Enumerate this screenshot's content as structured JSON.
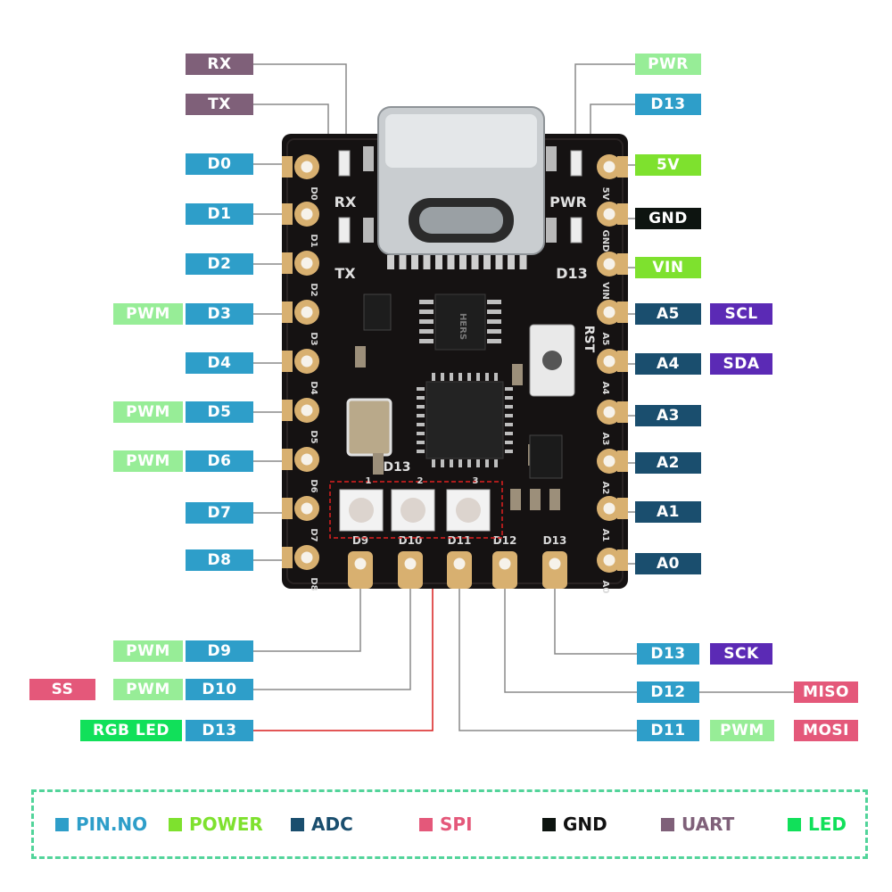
{
  "colors": {
    "pin": "#2e9ec9",
    "power": "#7ee12e",
    "adc": "#1a4e6e",
    "spi": "#e4587a",
    "gnd": "#0d1410",
    "uart": "#7f6079",
    "led": "#11e05a",
    "pwm": "#97ed97",
    "i2c": "#5b2ab5",
    "leader": "#8a8a8a",
    "led_leader": "#d81e1e",
    "board": "#151212",
    "pad": "#d8b070"
  },
  "left_labels": [
    {
      "pin": "RX",
      "type": "uart"
    },
    {
      "pin": "TX",
      "type": "uart"
    },
    {
      "pin": "D0",
      "type": "pin"
    },
    {
      "pin": "D1",
      "type": "pin"
    },
    {
      "pin": "D2",
      "type": "pin"
    },
    {
      "pin": "D3",
      "type": "pin",
      "extra": [
        "PWM"
      ]
    },
    {
      "pin": "D4",
      "type": "pin"
    },
    {
      "pin": "D5",
      "type": "pin",
      "extra": [
        "PWM"
      ]
    },
    {
      "pin": "D6",
      "type": "pin",
      "extra": [
        "PWM"
      ]
    },
    {
      "pin": "D7",
      "type": "pin"
    },
    {
      "pin": "D8",
      "type": "pin"
    }
  ],
  "right_labels": [
    {
      "pin": "PWR",
      "type": "led_pwr"
    },
    {
      "pin": "D13",
      "type": "pin"
    },
    {
      "pin": "5V",
      "type": "power"
    },
    {
      "pin": "GND",
      "type": "gnd"
    },
    {
      "pin": "VIN",
      "type": "power"
    },
    {
      "pin": "A5",
      "type": "adc",
      "extra": [
        "SCL"
      ]
    },
    {
      "pin": "A4",
      "type": "adc",
      "extra": [
        "SDA"
      ]
    },
    {
      "pin": "A3",
      "type": "adc"
    },
    {
      "pin": "A2",
      "type": "adc"
    },
    {
      "pin": "A1",
      "type": "adc"
    },
    {
      "pin": "A0",
      "type": "adc"
    }
  ],
  "bottom_left_labels": [
    {
      "pin": "D9",
      "extra": [
        "PWM"
      ]
    },
    {
      "pin": "D10",
      "extra": [
        "PWM",
        "SS"
      ]
    },
    {
      "pin": "D13",
      "extra": [
        "RGB LED"
      ]
    }
  ],
  "bottom_right_labels": [
    {
      "pin": "D13",
      "extra": [
        "SCK"
      ]
    },
    {
      "pin": "D12",
      "extra": [
        "MISO"
      ]
    },
    {
      "pin": "D11",
      "extra": [
        "PWM",
        "MOSI"
      ]
    }
  ],
  "silkscreen": {
    "left": [
      "D0",
      "D1",
      "D2",
      "D3",
      "D4",
      "D5",
      "D6",
      "D7",
      "D8"
    ],
    "right": [
      "5V",
      "GND",
      "VIN",
      "A5",
      "A4",
      "A3",
      "A2",
      "A1",
      "A0"
    ],
    "bottom": [
      "D9",
      "D10",
      "D11",
      "D12",
      "D13"
    ],
    "rx": "RX",
    "tx": "TX",
    "pwr": "PWR",
    "d13": "D13",
    "rst": "RST",
    "led_d13": "D13",
    "led_nums": [
      "1",
      "2",
      "3"
    ],
    "chip": "HERS"
  },
  "legend": [
    {
      "label": "PIN.NO",
      "type": "pin"
    },
    {
      "label": "POWER",
      "type": "power"
    },
    {
      "label": "ADC",
      "type": "adc"
    },
    {
      "label": "SPI",
      "type": "spi"
    },
    {
      "label": "GND",
      "type": "gnd"
    },
    {
      "label": "UART",
      "type": "uart"
    },
    {
      "label": "LED",
      "type": "led"
    }
  ]
}
